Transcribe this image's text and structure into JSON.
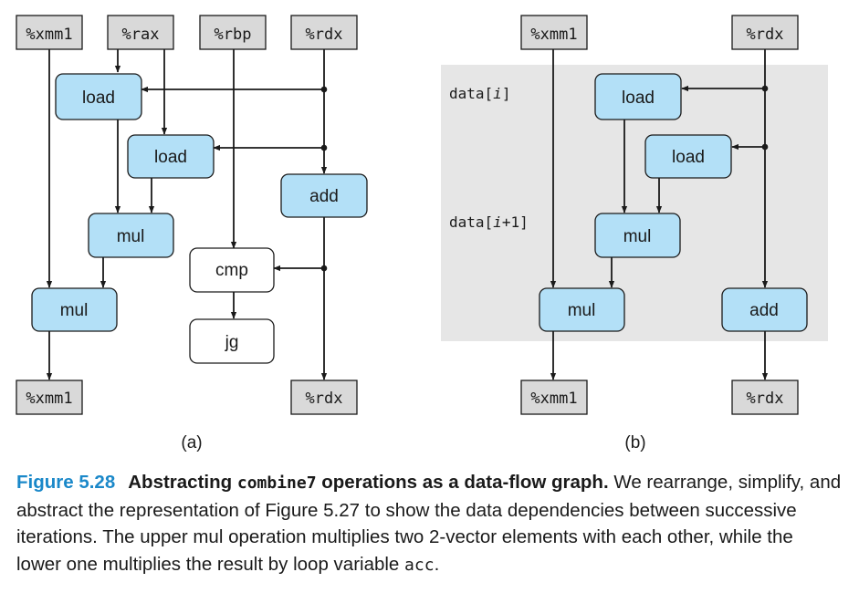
{
  "panel_a": {
    "label": "(a)",
    "registers_top": [
      "%xmm1",
      "%rax",
      "%rbp",
      "%rdx"
    ],
    "registers_bottom": [
      "%xmm1",
      "%rdx"
    ],
    "ops": {
      "load1": "load",
      "load2": "load",
      "add": "add",
      "mul1": "mul",
      "mul2": "mul",
      "cmp": "cmp",
      "jg": "jg"
    }
  },
  "panel_b": {
    "label": "(b)",
    "registers_top": [
      "%xmm1",
      "%rdx"
    ],
    "registers_bottom": [
      "%xmm1",
      "%rdx"
    ],
    "annot1_prefix": "data[",
    "annot1_var": "i",
    "annot1_suffix": "]",
    "annot2_prefix": "data[",
    "annot2_var": "i",
    "annot2_suffix": "+1]",
    "ops": {
      "load1": "load",
      "load2": "load",
      "mul1": "mul",
      "mul2": "mul",
      "add": "add"
    }
  },
  "caption": {
    "figure_label": "Figure 5.28",
    "title_part1": "Abstracting",
    "title_code": "combine7",
    "title_part2": "operations as a data-flow graph.",
    "body_part1": "We rearrange, simplify, and abstract the representation of Figure 5.27 to show the data dependencies between successive iterations. The upper mul operation multiplies two 2-vector elements with each other, while the lower one multiplies the result by loop variable",
    "body_code": "acc",
    "body_end": "."
  },
  "colors": {
    "op_fill": "#b3e0f7",
    "reg_fill": "#d9d9d9",
    "shade": "#e6e6e6",
    "figure_blue": "#1a88c9"
  }
}
